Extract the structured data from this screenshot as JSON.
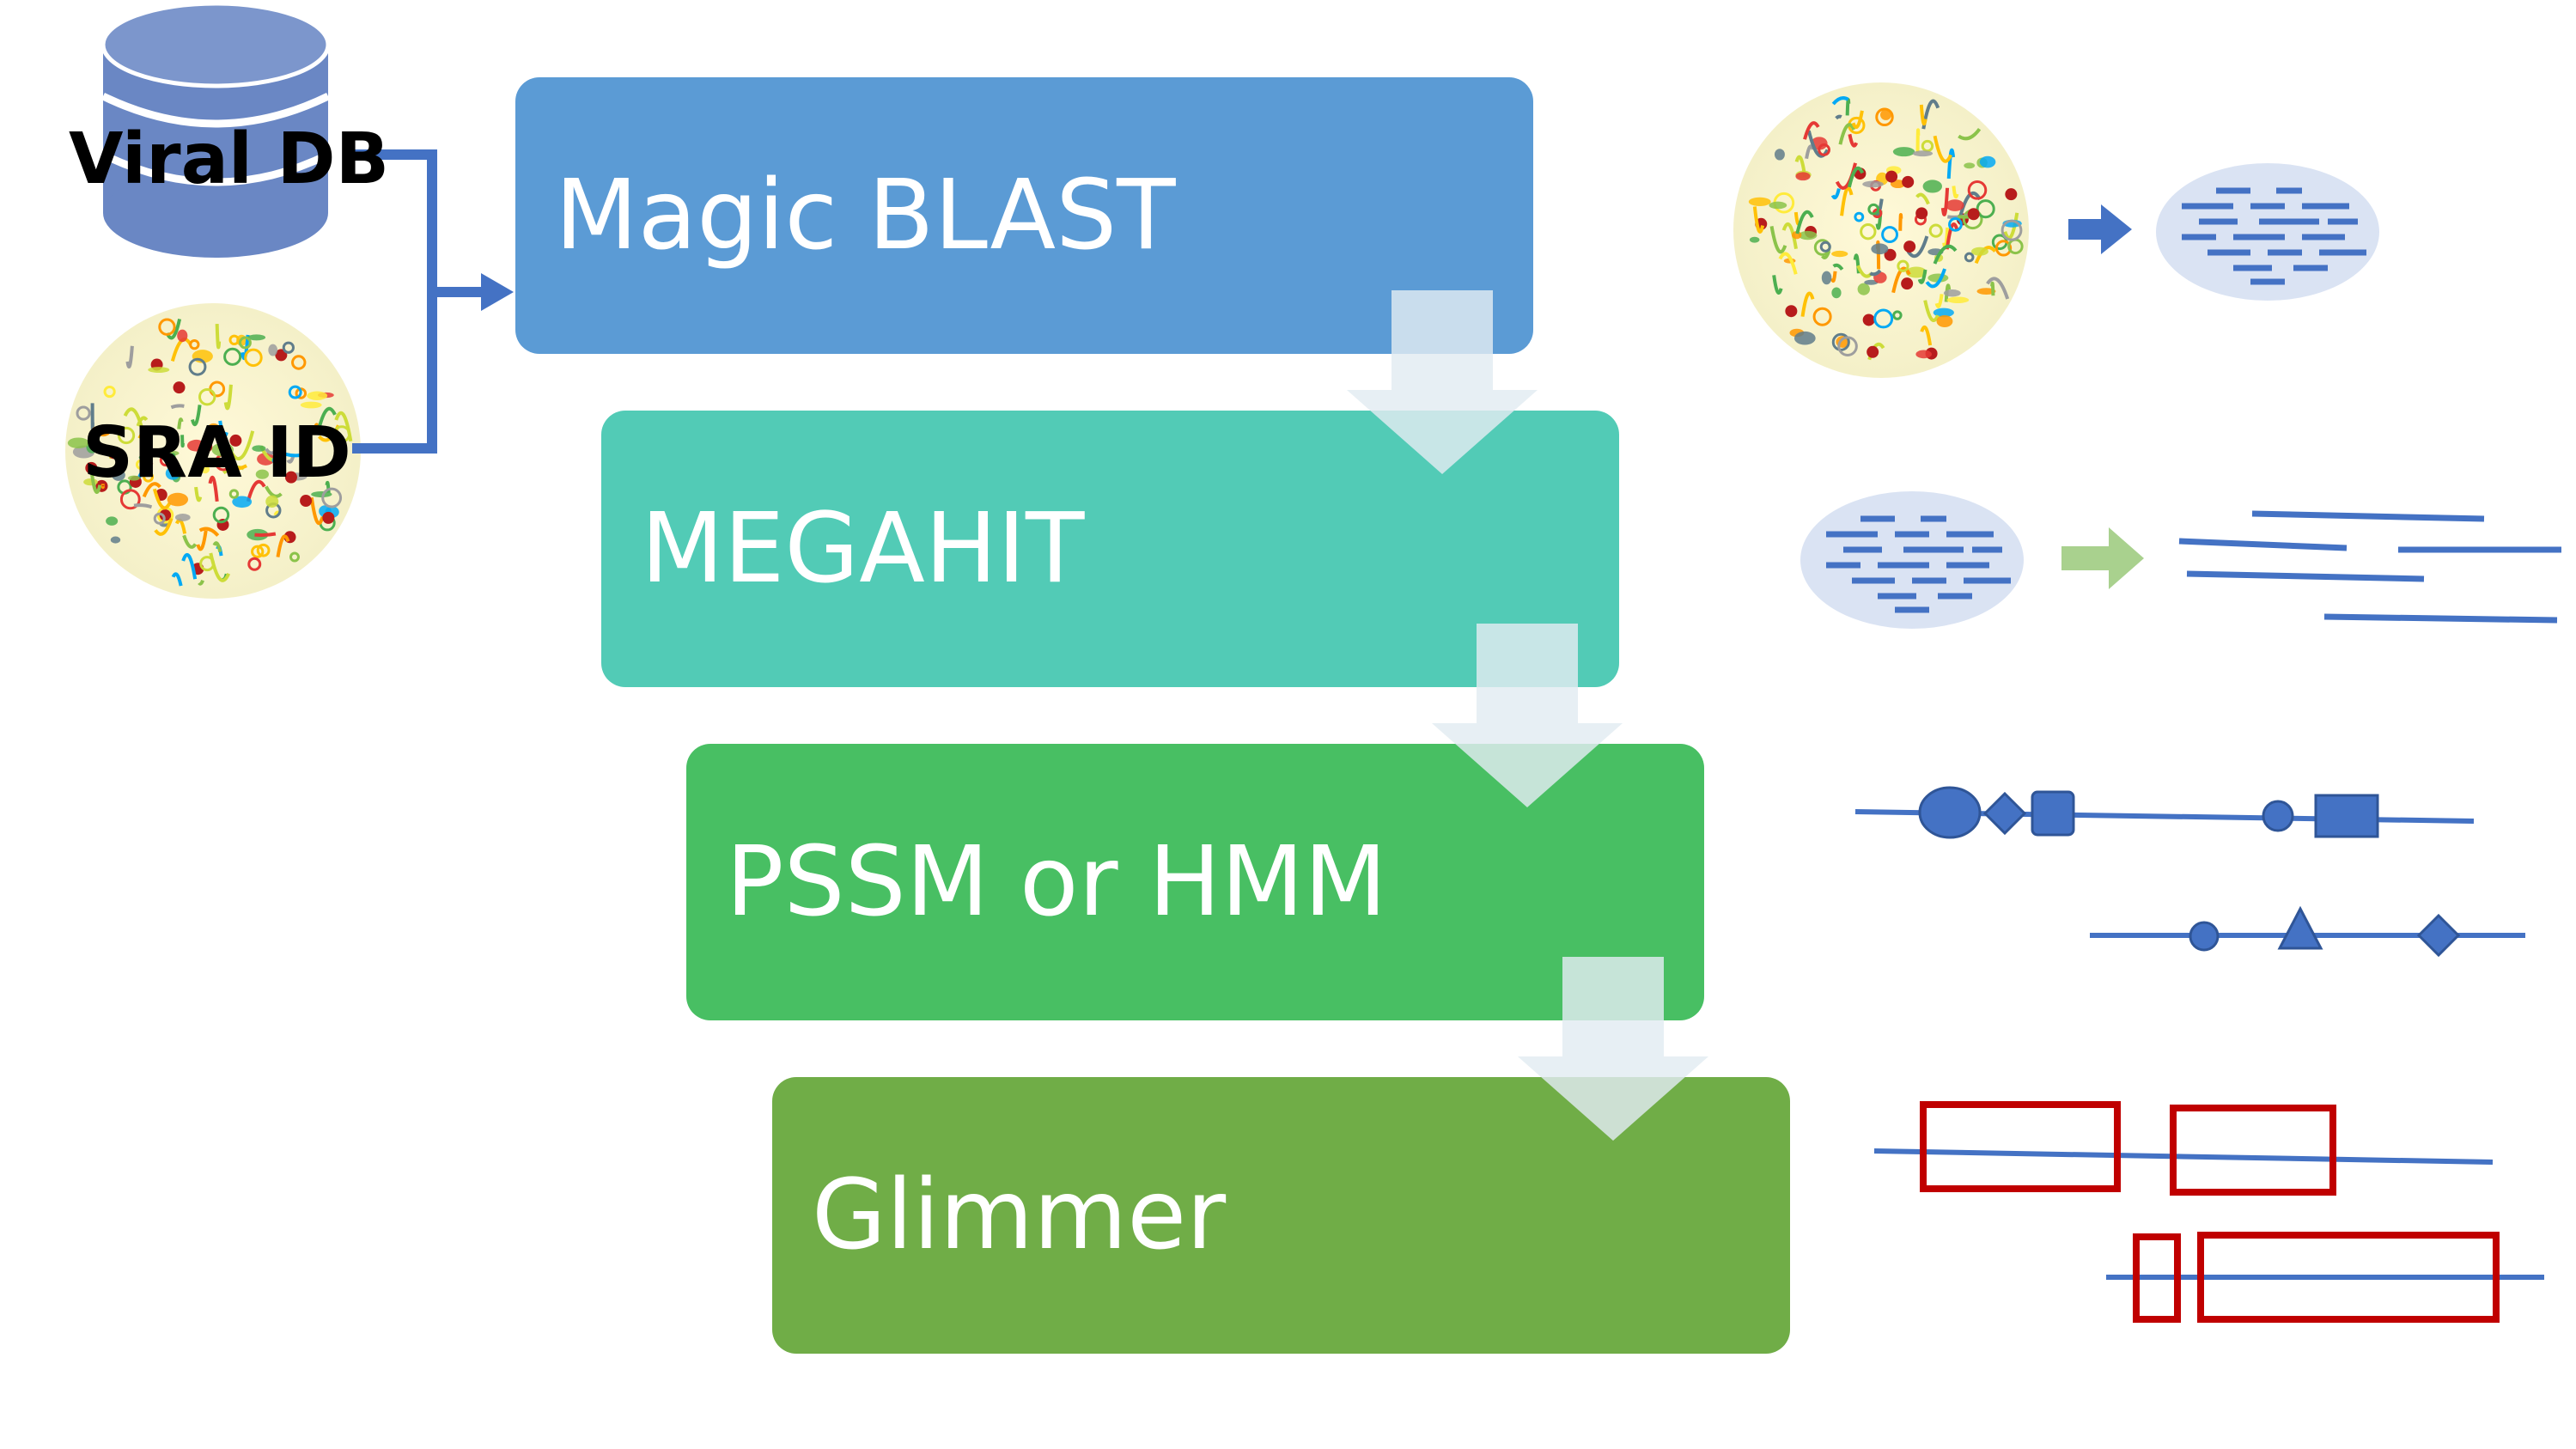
{
  "inputs": {
    "database_label": "Viral DB",
    "sample_label": "SRA ID"
  },
  "steps": [
    {
      "label": "Magic BLAST",
      "color": "#5B9BD5"
    },
    {
      "label": "MEGAHIT",
      "color": "#52CBB6"
    },
    {
      "label": "PSSM or HMM",
      "color": "#48BF63"
    },
    {
      "label": "Glimmer",
      "color": "#70AD47"
    }
  ],
  "colors": {
    "connector": "#4472C4",
    "arrow_filter": "#4472C4",
    "arrow_assembly": "#A9D18E",
    "database_icon": "#6A87C4",
    "reads_cloud": "#DAE3F3",
    "gene_box": "#C00000",
    "step_arrow": "#E2EBF2"
  },
  "icons": {
    "database": "database-cylinder-icon",
    "metagenome": "metagenome-sample-icon",
    "reads": "reads-cloud-icon",
    "contigs": "contig-lines-icon",
    "domains": "protein-domain-icon",
    "genes": "gene-prediction-icon"
  }
}
